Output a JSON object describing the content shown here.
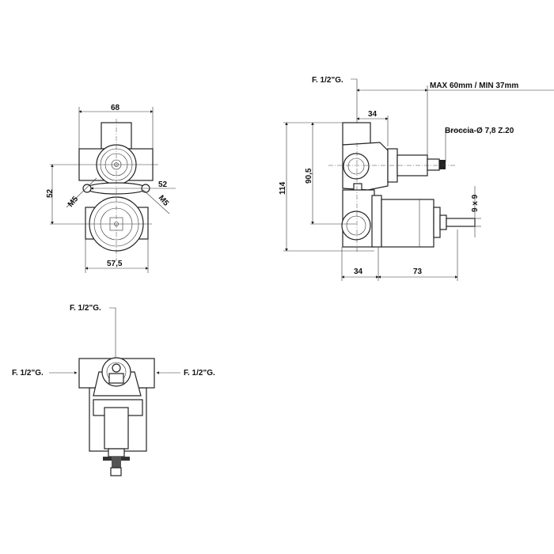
{
  "front_view": {
    "dim_width_top": "68",
    "dim_width_bottom": "57,5",
    "dim_height_left": "52",
    "dim_ears": "52",
    "thread_left": "M5",
    "thread_right": "M5"
  },
  "side_view": {
    "inlet_label": "F. 1/2\"G.",
    "wall_depth": "MAX 60mm / MIN 37mm",
    "dim_top_34": "34",
    "broach_label": "Broccia-Ø 7,8 Z.20",
    "dim_total_height": "114",
    "dim_axis_distance": "90,5",
    "dim_square": "9 x 9",
    "dim_bottom_34": "34",
    "dim_bottom_73": "73"
  },
  "bottom_view": {
    "top_inlet": "F. 1/2\"G.",
    "left_inlet": "F. 1/2\"G.",
    "right_inlet": "F. 1/2\"G."
  }
}
